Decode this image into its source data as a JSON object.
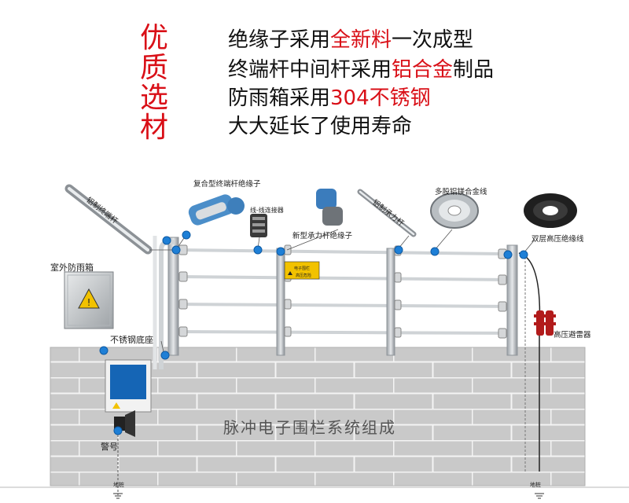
{
  "header": {
    "vertical_title": [
      "优",
      "质",
      "选",
      "材"
    ],
    "lines": [
      {
        "pre": "绝缘子采用",
        "red": "全新料",
        "post": "一次成型"
      },
      {
        "pre": "终端杆中间杆采用",
        "red": "铝合金",
        "post": "制品"
      },
      {
        "pre": "防雨箱采用",
        "red": "304不锈钢",
        "post": ""
      },
      {
        "pre": "大大延长了使用寿命",
        "red": "",
        "post": ""
      }
    ]
  },
  "labels": {
    "aluminum_terminal_pole": "铝制终端杆",
    "composite_insulator": "复合型终端杆绝缘子",
    "wire_connector": "线-线连接器",
    "new_insulator": "新型承力杆绝缘子",
    "aluminum_support_pole": "铝制承力杆",
    "alloy_wire": "多股铝镁合金线",
    "hv_cable": "双层高压绝缘线",
    "rain_box": "室外防雨箱",
    "stainless_base": "不锈钢底座",
    "lightning_arrester": "高压避雷器",
    "alarm": "警号",
    "ground_left": "地桩",
    "ground_right": "地桩",
    "wall_title": "脉冲电子围栏系统组成"
  },
  "warning_sign": {
    "top": "电子围栏",
    "bottom": "高压危险"
  },
  "colors": {
    "accent_red": "#d90f17",
    "wall": "#c9c9c9",
    "node_blue": "#1e7fd6",
    "sign_yellow": "#f2c200"
  }
}
